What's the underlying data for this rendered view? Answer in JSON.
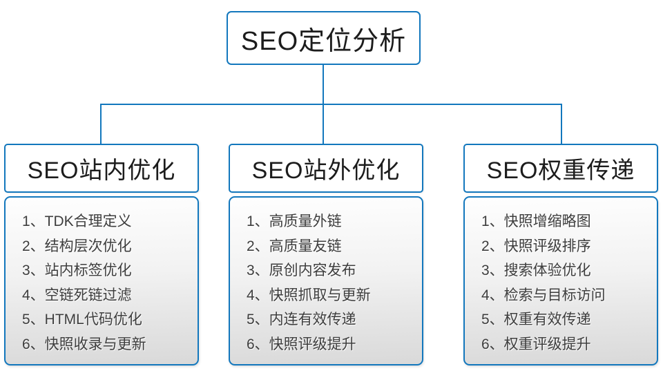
{
  "colors": {
    "accent": "#1277bd",
    "header_text": "#1c1c1c",
    "item_text": "#3d3d3d",
    "list_gradient_top": "#fefefe",
    "list_gradient_bottom": "#d9d9d9"
  },
  "root": {
    "title": "SEO定位分析"
  },
  "branches": [
    {
      "title": "SEO站内优化",
      "items": [
        "1、TDK合理定义",
        "2、结构层次优化",
        "3、站内标签优化",
        "4、空链死链过滤",
        "5、HTML代码优化",
        "6、快照收录与更新"
      ]
    },
    {
      "title": "SEO站外优化",
      "items": [
        "1、高质量外链",
        "2、高质量友链",
        "3、原创内容发布",
        "4、快照抓取与更新",
        "5、内连有效传递",
        "6、快照评级提升"
      ]
    },
    {
      "title": "SEO权重传递",
      "items": [
        "1、快照增缩略图",
        "2、快照评级排序",
        "3、搜索体验优化",
        "4、检索与目标访问",
        "5、权重有效传递",
        "6、权重评级提升"
      ]
    }
  ]
}
